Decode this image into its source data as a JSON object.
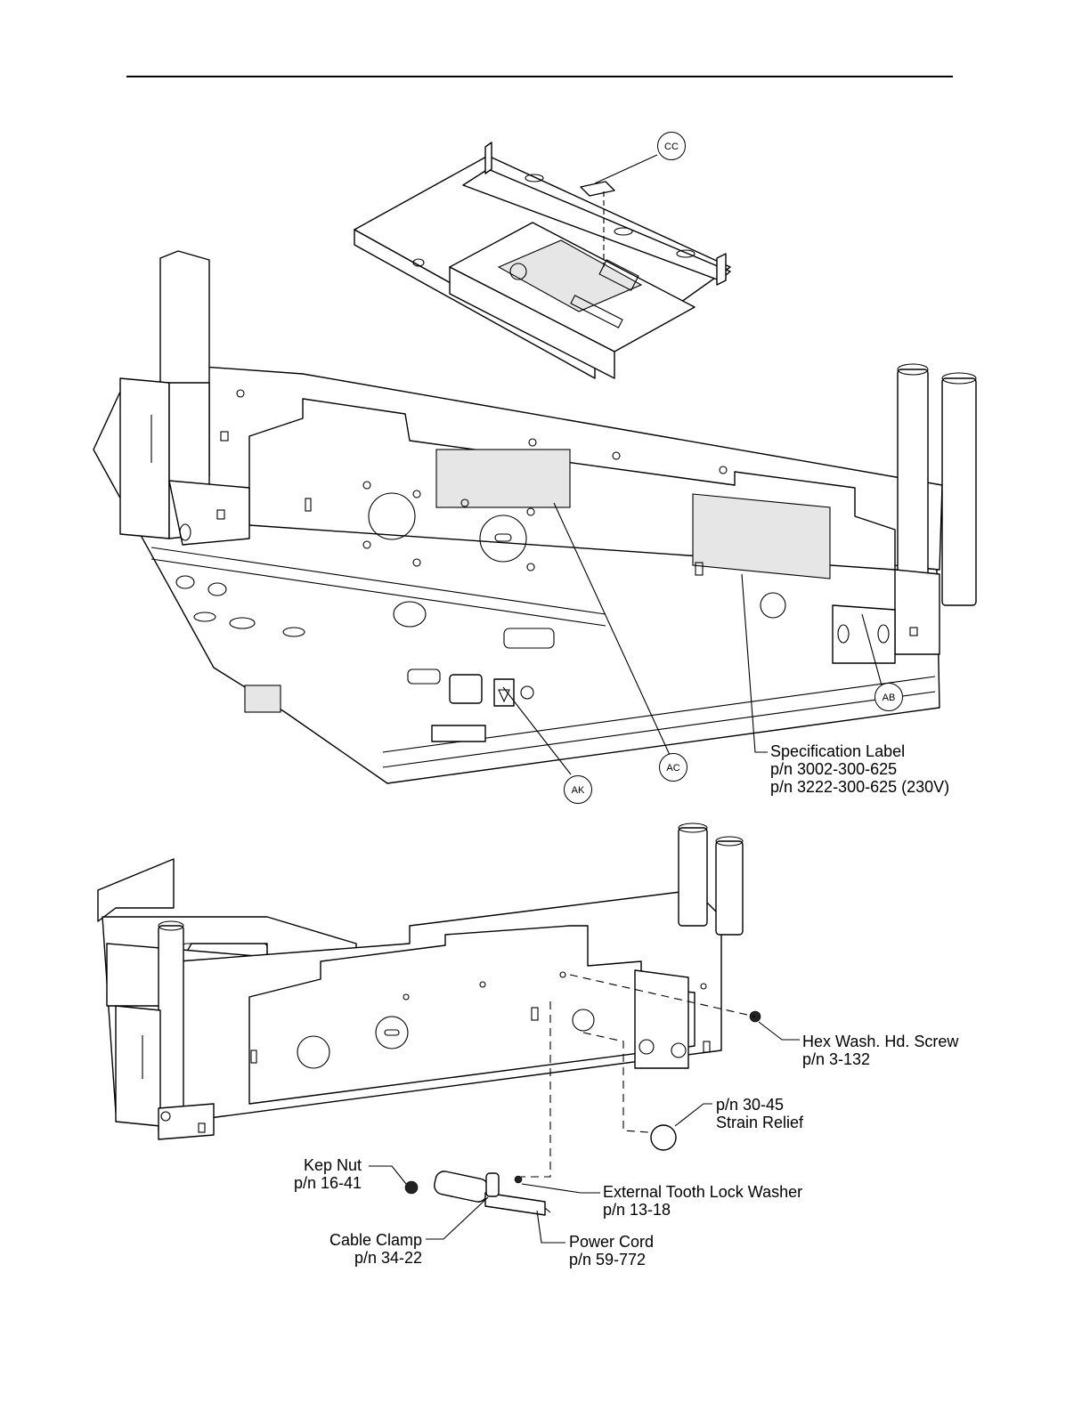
{
  "callouts": {
    "cc": "CC",
    "ac": "AC",
    "ak": "AK",
    "ab": "AB"
  },
  "labels": {
    "spec_label": {
      "title": "Specification Label",
      "pn1": "p/n 3002-300-625",
      "pn2": "p/n  3222-300-625 (230V)"
    },
    "hex_screw": {
      "title": "Hex Wash. Hd. Screw",
      "pn": "p/n 3-132"
    },
    "strain_relief": {
      "pn": "p/n 30-45",
      "title": "Strain Relief"
    },
    "kep_nut": {
      "title": "Kep Nut",
      "pn": "p/n 16-41"
    },
    "lock_washer": {
      "title": "External Tooth Lock Washer",
      "pn": "p/n 13-18"
    },
    "cable_clamp": {
      "title": "Cable Clamp",
      "pn": "p/n 34-22"
    },
    "power_cord": {
      "title": "Power Cord",
      "pn": "p/n 59-772"
    }
  }
}
